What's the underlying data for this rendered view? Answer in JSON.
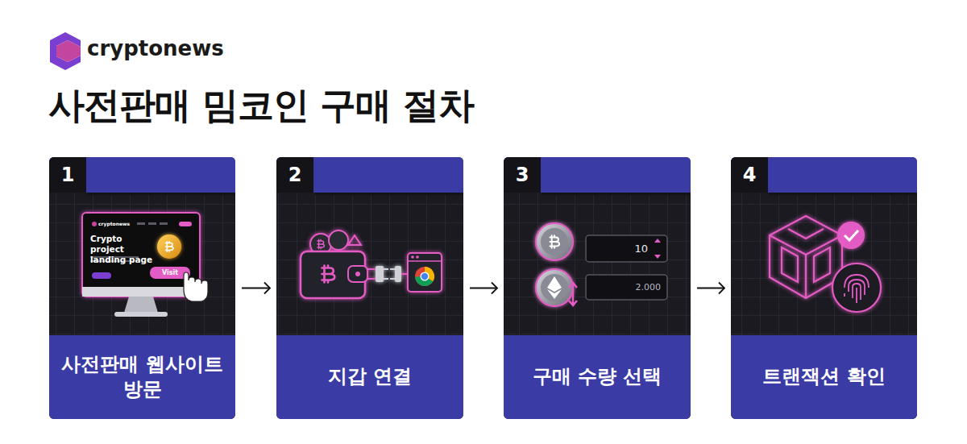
{
  "diagram": {
    "title": "사전판매 밈코인 구매 절차",
    "nodes": [
      {
        "text": [
          "1",
          "사전판매 웹사이트 방문"
        ]
      },
      {
        "text": [
          "2",
          "지갑 연결"
        ]
      },
      {
        "text": [
          "3",
          "구매 수량 선택"
        ]
      },
      {
        "text": [
          "4",
          "트랜잭션 확인"
        ]
      }
    ],
    "edges": [
      {
        "from": 0,
        "to": 1,
        "arrow": "to"
      },
      {
        "from": 1,
        "to": 2,
        "arrow": "to"
      },
      {
        "from": 2,
        "to": 3,
        "arrow": "to"
      }
    ],
    "labels": [
      "cryptonews",
      "cryptonews",
      "Crypto project landing page",
      "Visit",
      "10",
      "2.000"
    ]
  }
}
